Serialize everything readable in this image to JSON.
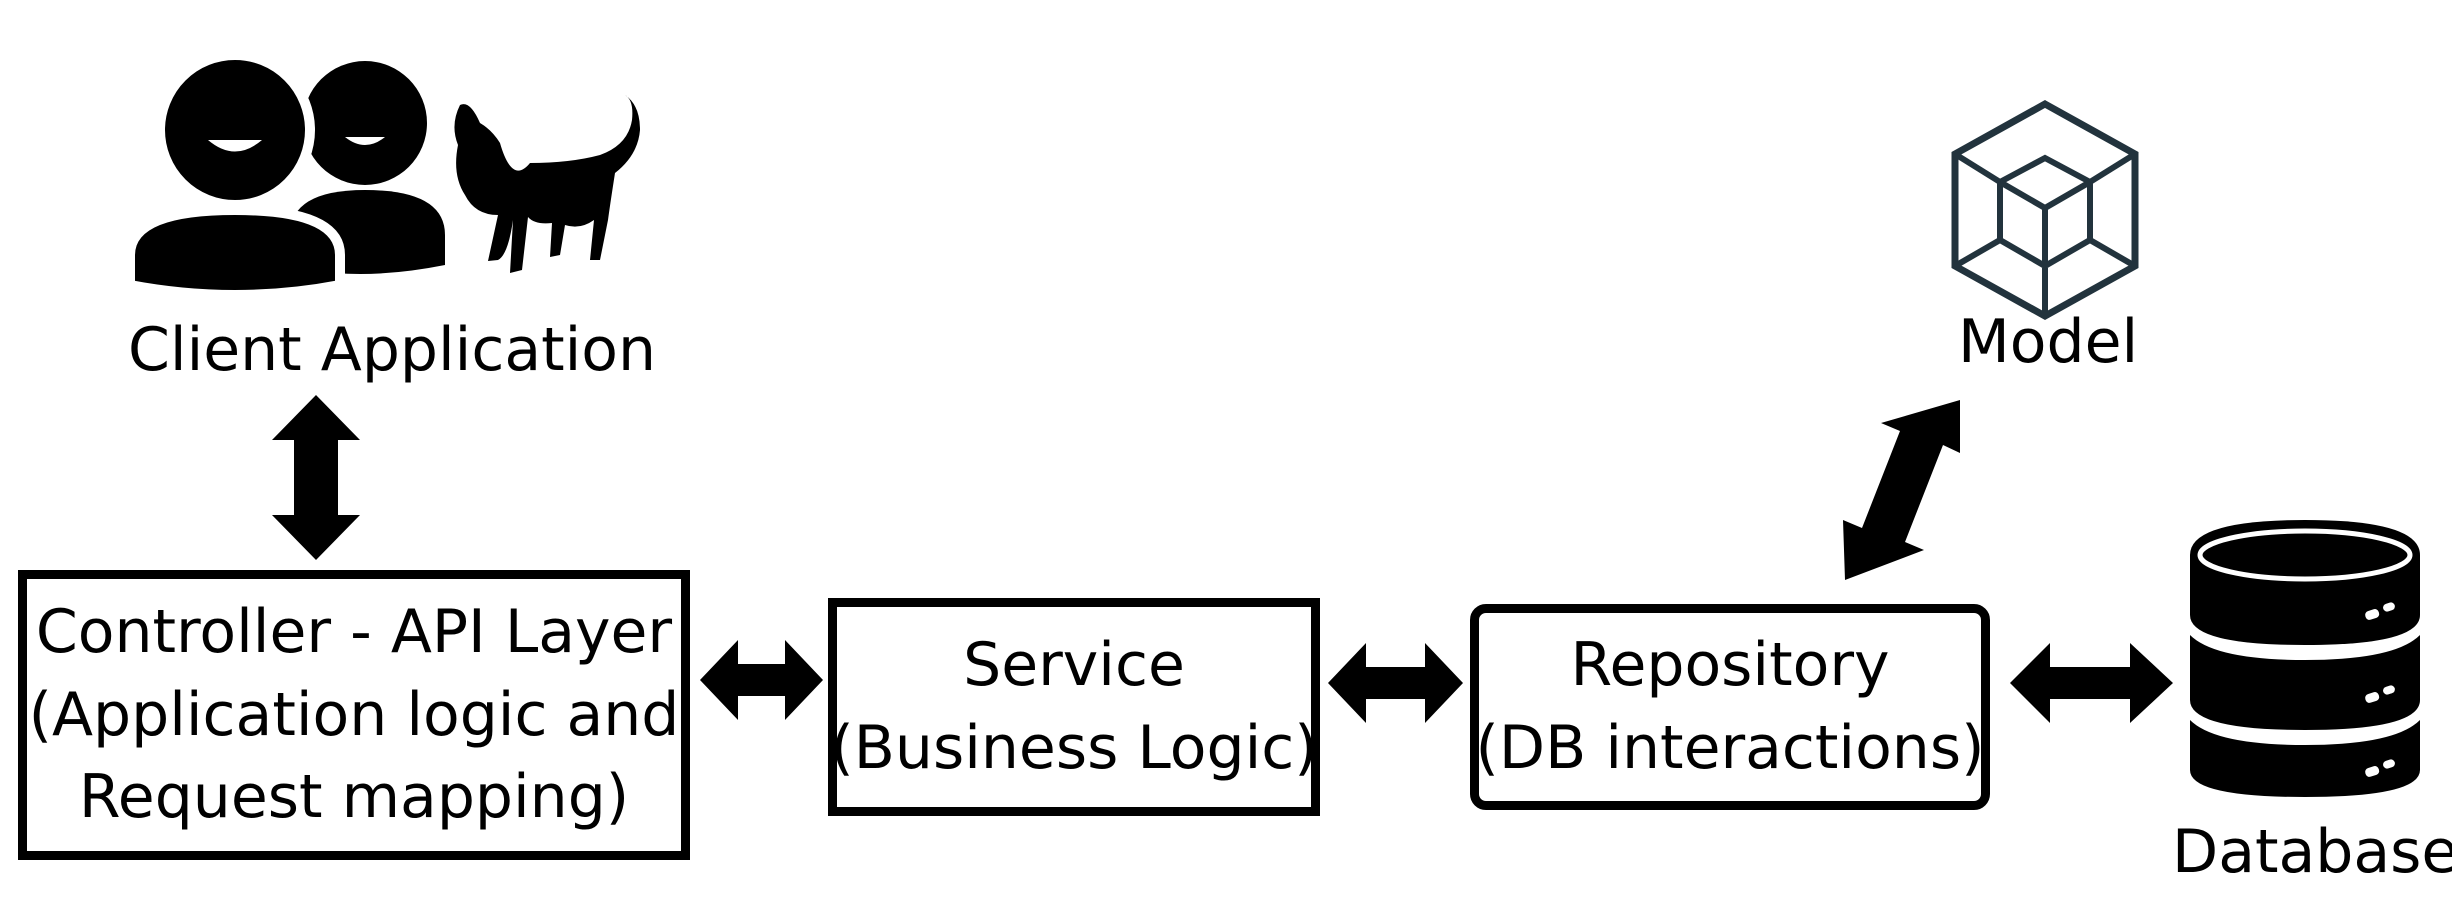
{
  "nodes": {
    "client_app": {
      "label": "Client Application",
      "icon": "users-and-dog-icon"
    },
    "controller": {
      "line1": "Controller - API Layer",
      "line2": "(Application logic and",
      "line3": "Request mapping)"
    },
    "service": {
      "line1": "Service",
      "line2": "(Business Logic)"
    },
    "repository": {
      "line1": "Repository",
      "line2": "(DB interactions)"
    },
    "model": {
      "label": "Model",
      "icon": "cube-hexagon-icon"
    },
    "database": {
      "label": "Database",
      "icon": "database-icon"
    }
  },
  "edges": [
    {
      "from": "client_app",
      "to": "controller",
      "direction": "both"
    },
    {
      "from": "controller",
      "to": "service",
      "direction": "both"
    },
    {
      "from": "service",
      "to": "repository",
      "direction": "both"
    },
    {
      "from": "repository",
      "to": "model",
      "direction": "both"
    },
    {
      "from": "repository",
      "to": "database",
      "direction": "both"
    }
  ],
  "colors": {
    "ink": "#000000",
    "model_icon": "#22333d",
    "background": "#ffffff"
  }
}
